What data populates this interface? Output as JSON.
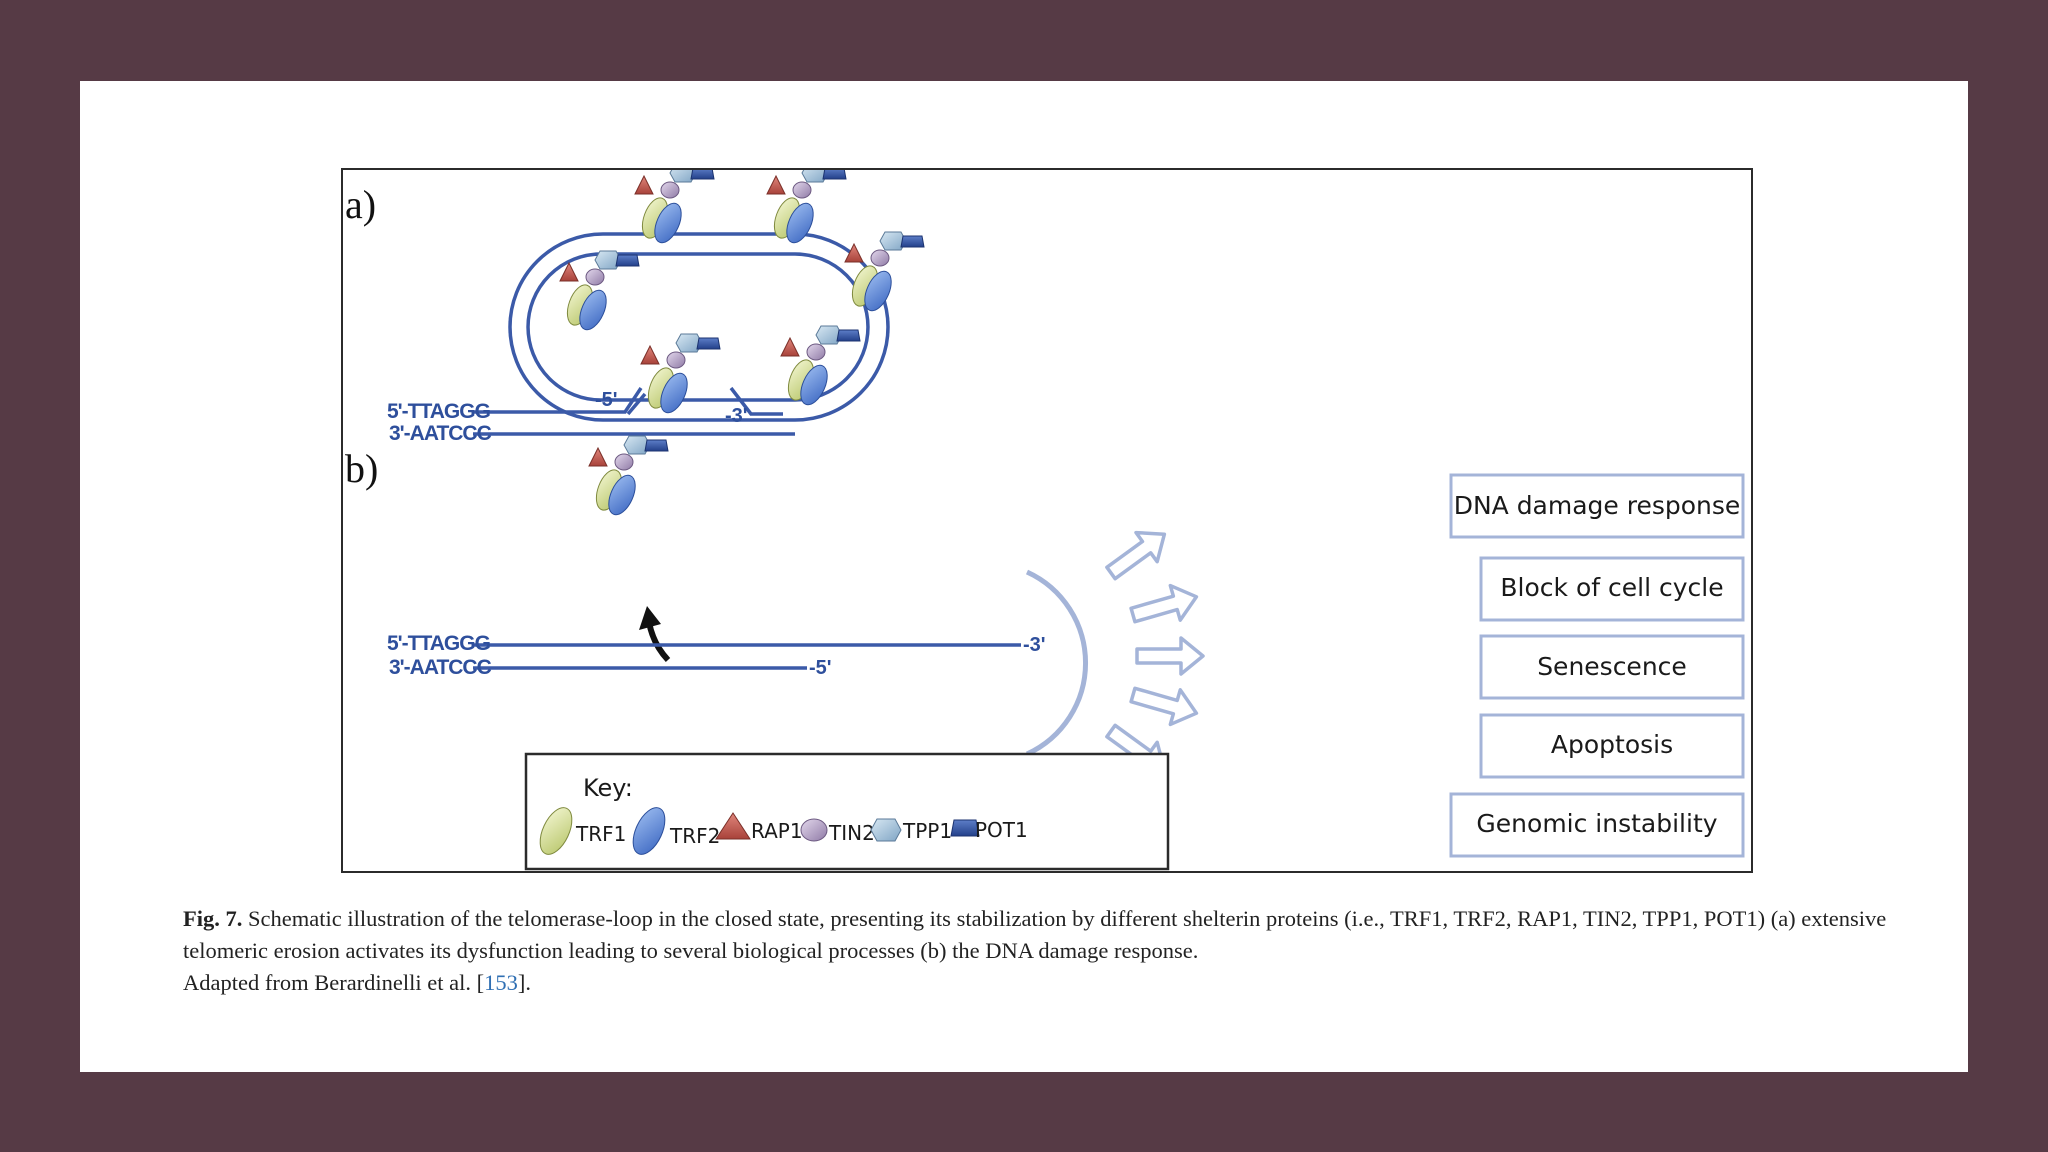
{
  "figure": {
    "panel_a_label": "a)",
    "panel_b_label": "b)",
    "strand_top": "5'-TTAGGG",
    "strand_bottom": "3'-AATCCC",
    "loop_end_5": "-5'",
    "loop_end_3": "-3'",
    "b_end_3": "-3'",
    "b_end_5": "-5'",
    "outcomes": [
      "DNA damage response",
      "Block of cell cycle",
      "Senescence",
      "Apoptosis",
      "Genomic instability"
    ],
    "key": {
      "title": "Key:",
      "items": [
        "TRF1",
        "TRF2",
        "RAP1",
        "TIN2",
        "TPP1",
        "POT1"
      ]
    },
    "colors": {
      "dna": "#3b5aa8",
      "trf1": "#d9e39a",
      "trf2": "#5b86d6",
      "rap1": "#c2544a",
      "tin2": "#b9a8c6",
      "tpp1": "#a9c6dc",
      "pot1": "#2e4f9c"
    }
  },
  "caption": {
    "label": "Fig. 7.",
    "text": " Schematic illustration of the telomerase-loop in the closed state, presenting its stabilization by different shelterin proteins (i.e., TRF1, TRF2, RAP1, TIN2, TPP1, POT1) (a) extensive telomeric erosion activates its dysfunction leading to several biological processes (b) the DNA damage response.",
    "adapted_prefix": "Adapted from Berardinelli et al. [",
    "ref": "153",
    "adapted_suffix": "]."
  }
}
